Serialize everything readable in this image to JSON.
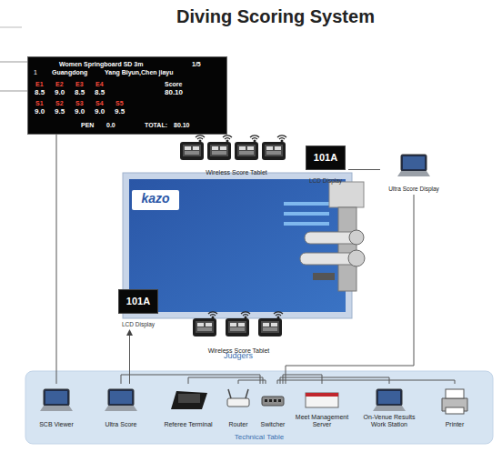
{
  "diagram": {
    "title": "Diving Scoring System",
    "nodes": [
      {
        "text": [
          "Women Springboard SD 3m",
          "1/5",
          "1",
          "Guangdong",
          "Yang Biyun,Chen jiayu",
          "E1",
          "E2",
          "E3",
          "E4",
          "8.5",
          "9.0",
          "8.5",
          "8.5",
          "Score",
          "80.10",
          "S1",
          "S2",
          "S3",
          "S4",
          "S5",
          "9.0",
          "9.5",
          "9.0",
          "9.0",
          "9.5",
          "PEN",
          "0.0",
          "TOTAL:",
          "80.10"
        ]
      },
      {
        "text": [
          "Wireless Score Tablet"
        ]
      },
      {
        "text": [
          "101A",
          "LCD Display"
        ]
      },
      {
        "text": [
          "Ultra Score Display"
        ]
      },
      {
        "text": [
          "101A",
          "LCD Display"
        ]
      },
      {
        "text": [
          "Wireless Score Tablet"
        ]
      },
      {
        "text": [
          "Technical Table"
        ]
      },
      {
        "text": [
          "SCB Viewer"
        ],
        "in": 6
      },
      {
        "text": [
          "Ultra Score"
        ],
        "in": 6
      },
      {
        "text": [
          "Referee Terminal"
        ],
        "in": 6
      },
      {
        "text": [
          "Router"
        ],
        "in": 6
      },
      {
        "text": [
          "Switcher"
        ],
        "in": 6
      },
      {
        "text": [
          "Meet Management Server"
        ],
        "in": 6
      },
      {
        "text": [
          "On-Venue Results Work Station"
        ],
        "in": 6
      },
      {
        "text": [
          "Printer"
        ],
        "in": 6
      }
    ],
    "edges": [
      {
        "from": 0,
        "to": 7,
        "arrow": "none"
      },
      {
        "from": 8,
        "to": 4,
        "arrow": "to"
      },
      {
        "from": 2,
        "to": 3,
        "arrow": "none"
      },
      {
        "from": 11,
        "to": 3,
        "arrow": "none"
      },
      {
        "from": 11,
        "to": 8,
        "arrow": "none"
      },
      {
        "from": 11,
        "to": 9,
        "arrow": "none"
      },
      {
        "from": 11,
        "to": 10,
        "arrow": "none"
      },
      {
        "from": 11,
        "to": 12,
        "arrow": "none"
      },
      {
        "from": 11,
        "to": 13,
        "arrow": "none"
      },
      {
        "from": 11,
        "to": 14,
        "arrow": "none"
      }
    ],
    "labels": [
      "kazo",
      "Judgers"
    ]
  }
}
